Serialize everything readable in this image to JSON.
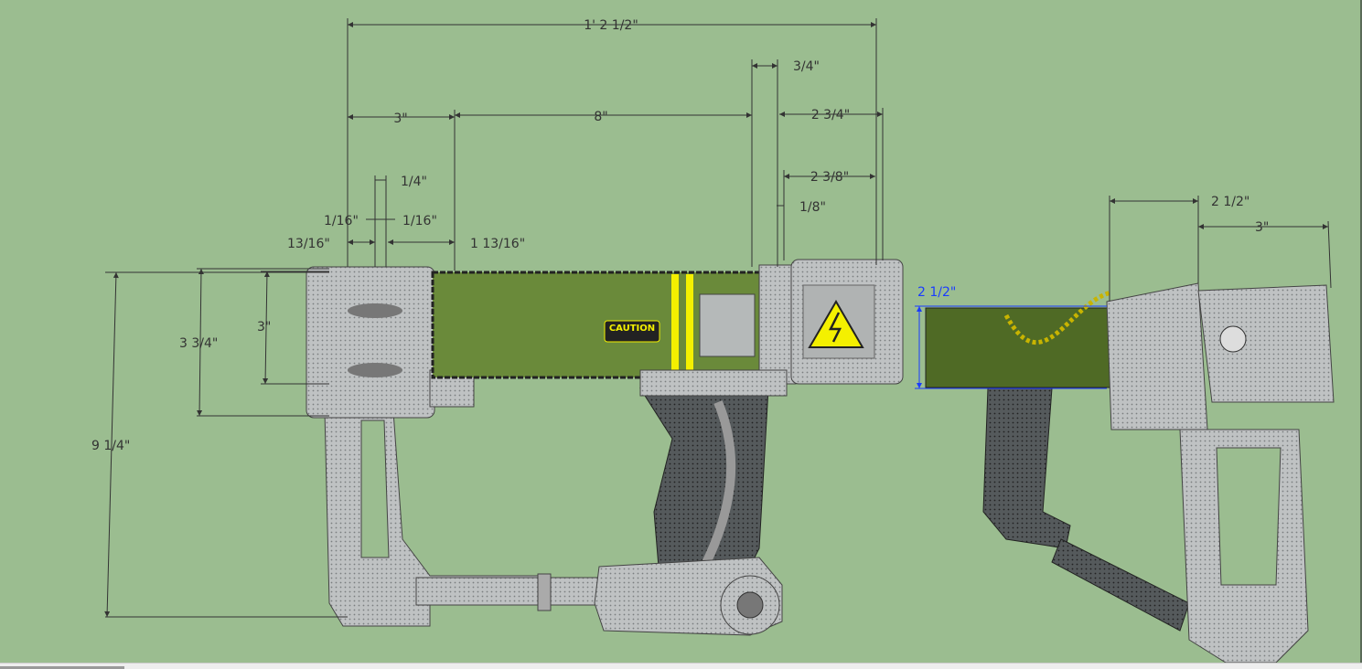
{
  "colors": {
    "background": "#9bbd90",
    "dimension": "#333333",
    "selected_dimension": "#1a3cff",
    "barrel": "#6a8a3a",
    "hazard": "#f4f000",
    "body": "#b9bcbd"
  },
  "dimensions": {
    "overall_length": "1' 2 1/2\"",
    "d_3_4": "3/4\"",
    "d_3": "3\"",
    "d_8": "8\"",
    "d_2_3_4": "2 3/4\"",
    "d_2_3_8": "2 3/8\"",
    "d_1_4": "1/4\"",
    "d_1_8": "1/8\"",
    "d_1_16_left": "1/16\"",
    "d_1_16_right": "1/16\"",
    "d_13_16": "13/16\"",
    "d_1_13_16": "1 13/16\"",
    "v_9_1_4": "9 1/4\"",
    "v_3_3_4": "3 3/4\"",
    "v_3": "3\"",
    "r_2_1_2": "2 1/2\"",
    "r_3": "3\"",
    "r_v_2_1_2": "2 1/2\""
  },
  "labels": {
    "caution": "CAUTION"
  },
  "icons": {
    "hazard": "high-voltage-icon"
  }
}
